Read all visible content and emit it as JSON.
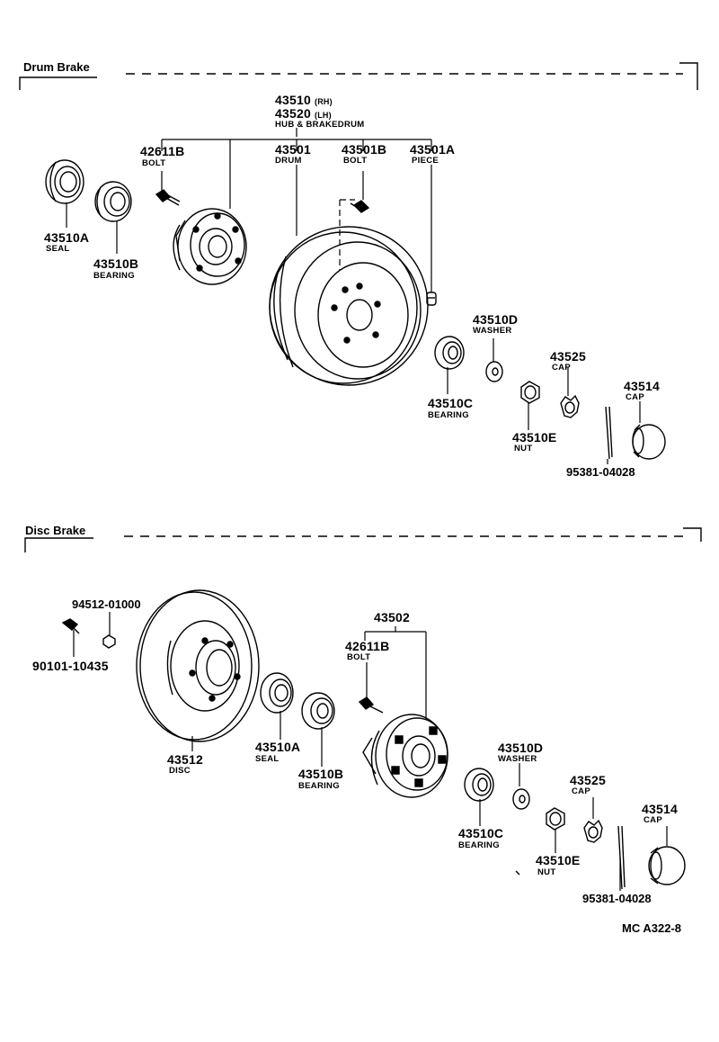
{
  "drum_section": {
    "title": "Drum Brake",
    "hub_assy": {
      "pn_rh": "43510",
      "suffix_rh": "(RH)",
      "pn_lh": "43520",
      "suffix_lh": "(LH)",
      "name": "HUB & BRAKEDRUM"
    },
    "bolt_hub": {
      "pn": "42611B",
      "name": "BOLT"
    },
    "drum": {
      "pn": "43501",
      "name": "DRUM"
    },
    "bolt_drum": {
      "pn": "43501B",
      "name": "BOLT"
    },
    "piece": {
      "pn": "43501A",
      "name": "PIECE"
    },
    "seal": {
      "pn": "43510A",
      "name": "SEAL"
    },
    "bearing_inner": {
      "pn": "43510B",
      "name": "BEARING"
    },
    "washer": {
      "pn": "43510D",
      "name": "WASHER"
    },
    "bearing_outer": {
      "pn": "43510C",
      "name": "BEARING"
    },
    "nut_cap": {
      "pn": "43525",
      "name": "CAP"
    },
    "nut": {
      "pn": "43510E",
      "name": "NUT"
    },
    "grease_cap": {
      "pn": "43514",
      "name": "CAP"
    },
    "cotter_pin": {
      "pn": "95381-04028"
    }
  },
  "disc_section": {
    "title": "Disc Brake",
    "nut_small": {
      "pn": "94512-01000"
    },
    "bolt_small": {
      "pn": "90101-10435"
    },
    "disc": {
      "pn": "43512",
      "name": "DISC"
    },
    "hub_assy": {
      "pn": "43502"
    },
    "bolt_hub": {
      "pn": "42611B",
      "name": "BOLT"
    },
    "seal": {
      "pn": "43510A",
      "name": "SEAL"
    },
    "bearing_inner": {
      "pn": "43510B",
      "name": "BEARING"
    },
    "washer": {
      "pn": "43510D",
      "name": "WASHER"
    },
    "bearing_outer": {
      "pn": "43510C",
      "name": "BEARING"
    },
    "nut_cap": {
      "pn": "43525",
      "name": "CAP"
    },
    "nut": {
      "pn": "43510E",
      "name": "NUT"
    },
    "grease_cap": {
      "pn": "43514",
      "name": "CAP"
    },
    "cotter_pin": {
      "pn": "95381-04028"
    }
  },
  "footer": {
    "code": "MC A322-8"
  }
}
